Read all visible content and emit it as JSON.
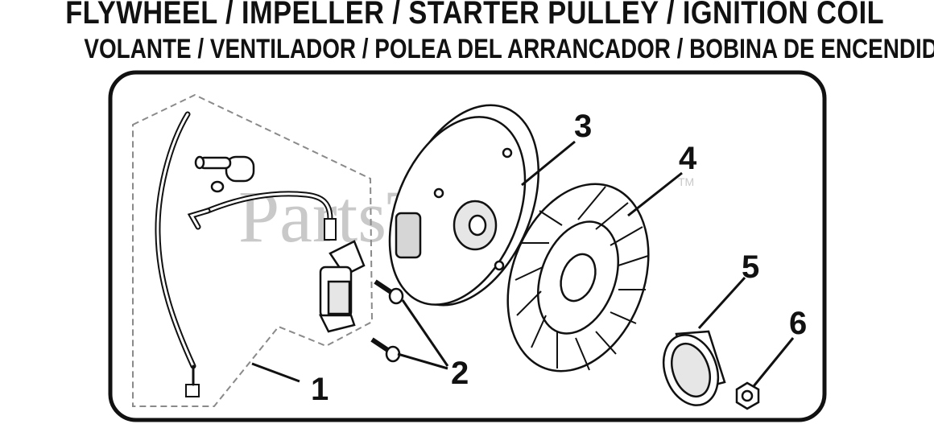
{
  "title": {
    "english": "FLYWHEEL / IMPELLER / STARTER PULLEY  / IGNITION COIL",
    "spanish": "VOLANTE / VENTILADOR / POLEA DEL ARRANCADOR / BOBINA DE ENCENDIDO"
  },
  "watermark": {
    "text": "PartsTree",
    "trademark": "TM"
  },
  "callouts": [
    "1",
    "2",
    "3",
    "4",
    "5",
    "6"
  ],
  "colors": {
    "line": "#111111",
    "dashed": "#8a8a8a",
    "watermark": "#c9c9c9",
    "background": "#ffffff"
  }
}
